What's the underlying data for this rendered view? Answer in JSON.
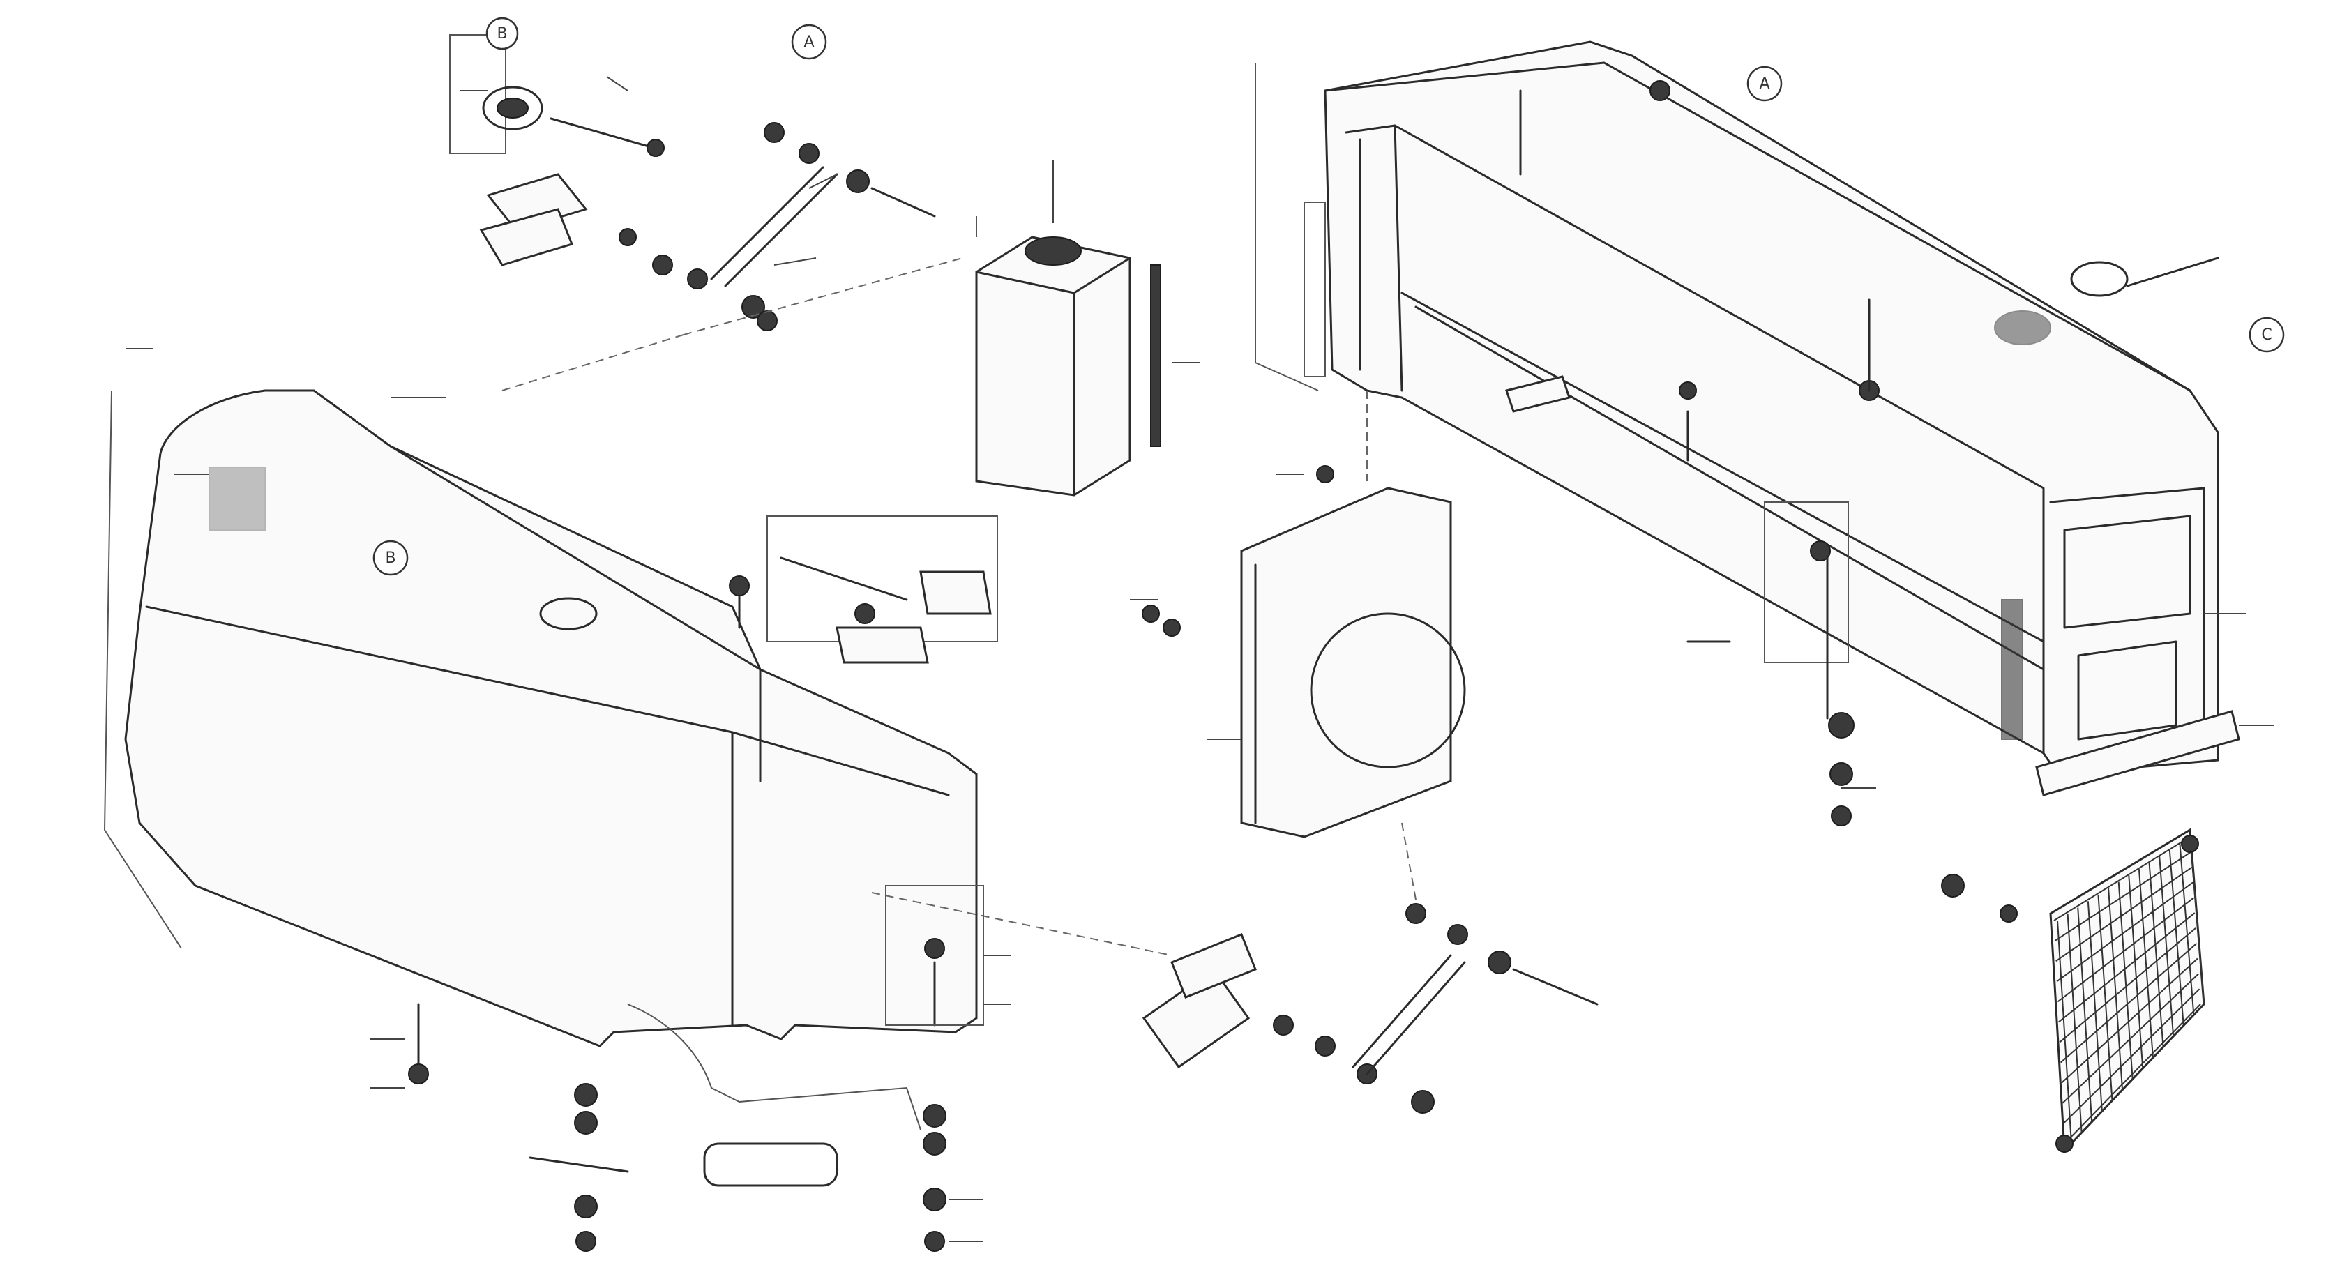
{
  "drawing": {
    "reference_line_1": "",
    "reference_line_2": "",
    "drawing_number": ""
  },
  "views": [
    {
      "id": "A",
      "label": "A"
    },
    {
      "id": "B",
      "label": "B"
    },
    {
      "id": "C",
      "label": "C"
    }
  ],
  "callouts": []
}
